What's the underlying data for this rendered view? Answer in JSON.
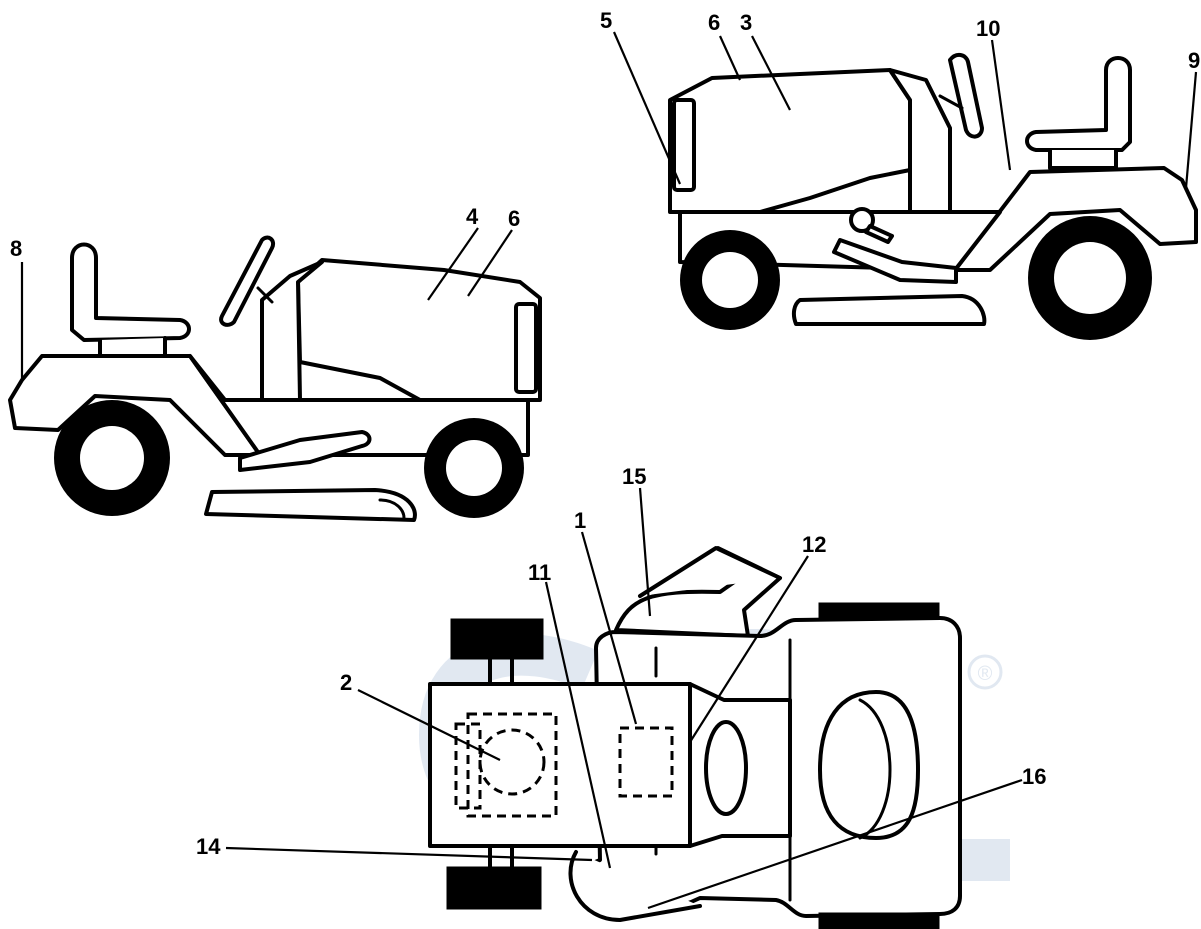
{
  "watermark": {
    "text": "GPL",
    "registered_mark": "®",
    "color": "#c9d6e6"
  },
  "callouts": {
    "c1": "1",
    "c2": "2",
    "c3": "3",
    "c4": "4",
    "c5": "5",
    "c6a": "6",
    "c6b": "6",
    "c8": "8",
    "c9": "9",
    "c10": "10",
    "c11": "11",
    "c12": "12",
    "c14": "14",
    "c15": "15",
    "c16": "16"
  }
}
